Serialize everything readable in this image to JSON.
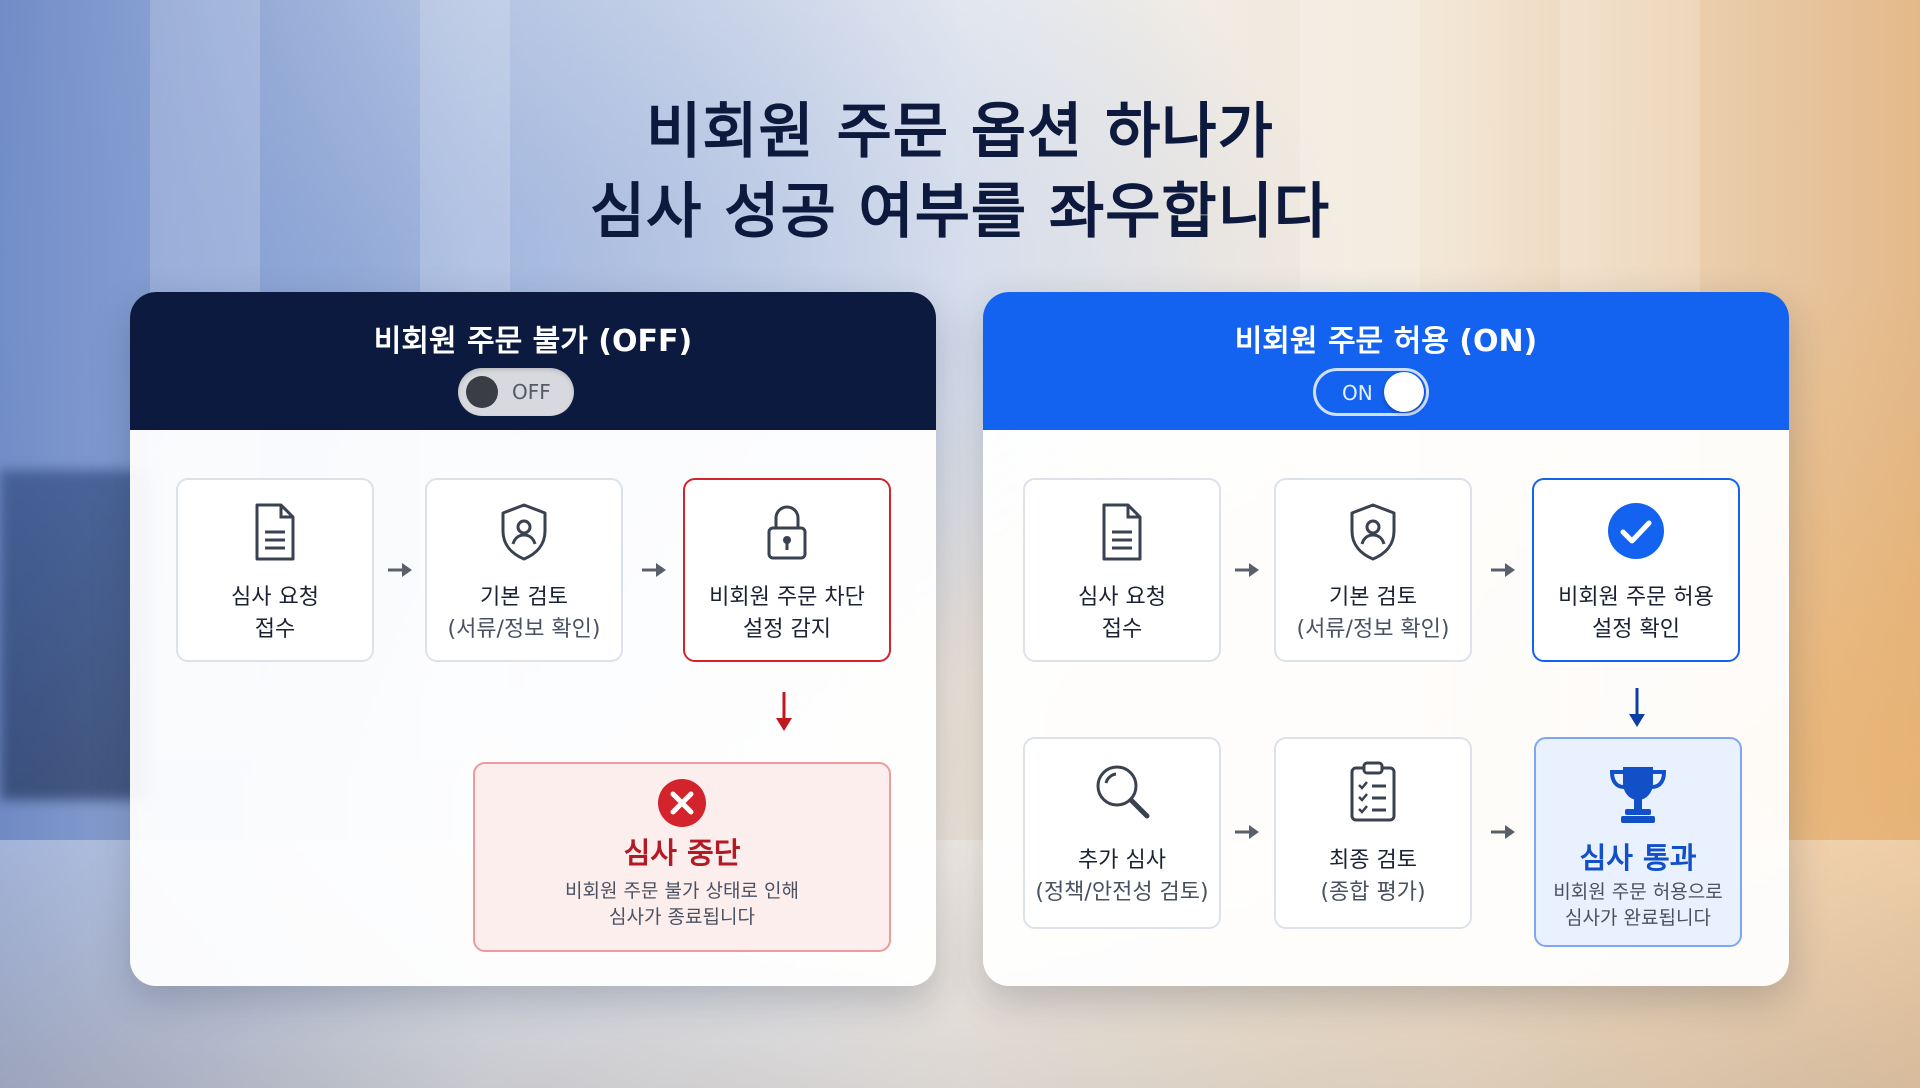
{
  "headline": {
    "line1": "비회원 주문 옵션 하나가",
    "line2": "심사 성공 여부를 좌우합니다"
  },
  "colors": {
    "navy": "#0b1a3e",
    "blue": "#1463f0",
    "red": "#d3232c",
    "dark_text": "#0d1a3d"
  },
  "left_panel": {
    "title": "비회원 주문 불가 (OFF)",
    "toggle": {
      "label": "OFF",
      "state": "off"
    },
    "steps": [
      {
        "icon": "document-icon",
        "line1": "심사 요청",
        "line2": "접수"
      },
      {
        "icon": "shield-user-icon",
        "line1": "기본 검토",
        "line2": "(서류/정보 확인)"
      },
      {
        "icon": "lock-icon",
        "line1": "비회원 주문 차단",
        "line2": "설정 감지"
      }
    ],
    "result": {
      "icon": "x-circle-icon",
      "title": "심사 중단",
      "desc1": "비회원 주문 불가 상태로 인해",
      "desc2": "심사가 종료됩니다"
    }
  },
  "right_panel": {
    "title": "비회원 주문 허용 (ON)",
    "toggle": {
      "label": "ON",
      "state": "on"
    },
    "steps": [
      {
        "icon": "document-icon",
        "line1": "심사 요청",
        "line2": "접수"
      },
      {
        "icon": "shield-user-icon",
        "line1": "기본 검토",
        "line2": "(서류/정보 확인)"
      },
      {
        "icon": "check-circle-icon",
        "line1": "비회원 주문 허용",
        "line2": "설정 확인"
      },
      {
        "icon": "search-icon",
        "line1": "추가 심사",
        "line2": "(정책/안전성 검토)"
      },
      {
        "icon": "clipboard-icon",
        "line1": "최종 검토",
        "line2": "(종합 평가)"
      }
    ],
    "result": {
      "icon": "trophy-icon",
      "title": "심사 통과",
      "desc1": "비회원 주문 허용으로",
      "desc2": "심사가 완료됩니다"
    }
  }
}
